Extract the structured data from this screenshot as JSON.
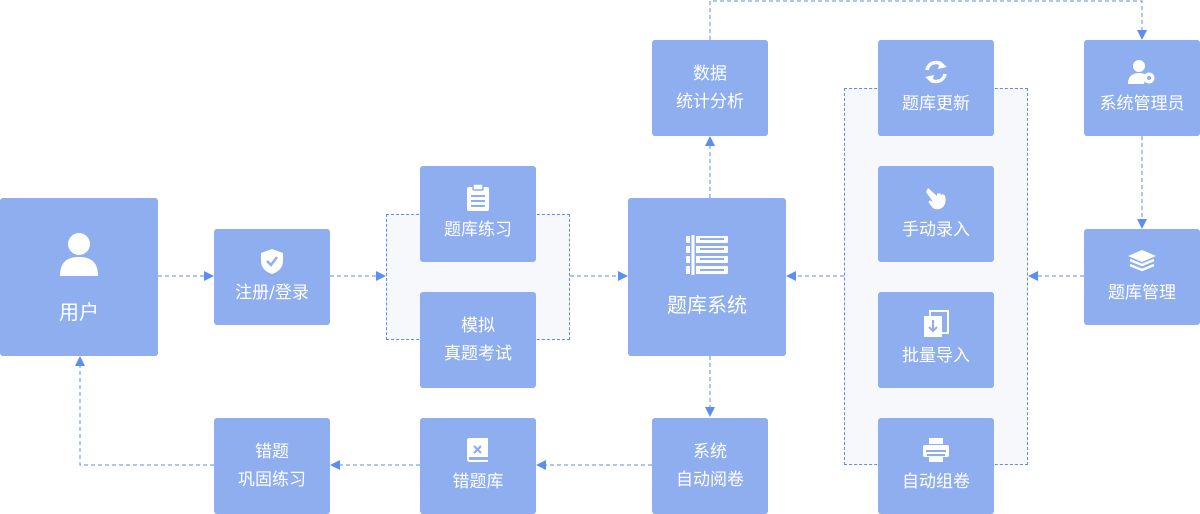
{
  "nodes": {
    "user": {
      "label": "用户",
      "icon": "user-icon"
    },
    "register_login": {
      "label": "注册/登录",
      "icon": "shield-check-icon"
    },
    "bank_practice": {
      "label": "题库练习",
      "icon": "clipboard-icon"
    },
    "mock_exam": {
      "line1": "模拟",
      "line2": "真题考试"
    },
    "bank_system": {
      "label": "题库系统",
      "icon": "books-icon"
    },
    "data_stats": {
      "line1": "数据",
      "line2": "统计分析"
    },
    "auto_grading": {
      "line1": "系统",
      "line2": "自动阅卷"
    },
    "wrong_bank": {
      "label": "错题库",
      "icon": "book-x-icon"
    },
    "wrong_practice": {
      "line1": "错题",
      "line2": "巩固练习"
    },
    "bank_update": {
      "label": "题库更新",
      "icon": "refresh-icon"
    },
    "manual_entry": {
      "label": "手动录入",
      "icon": "hand-pointer-icon"
    },
    "batch_import": {
      "label": "批量导入",
      "icon": "import-icon"
    },
    "auto_compose": {
      "label": "自动组卷",
      "icon": "printer-icon"
    },
    "sys_admin": {
      "label": "系统管理员",
      "icon": "admin-icon"
    },
    "bank_manage": {
      "label": "题库管理",
      "icon": "layers-icon"
    }
  },
  "colors": {
    "box": "#8eaeef",
    "line": "#5b8ef0",
    "group_bg": "#f6f8fc",
    "text": "#ffffff"
  }
}
